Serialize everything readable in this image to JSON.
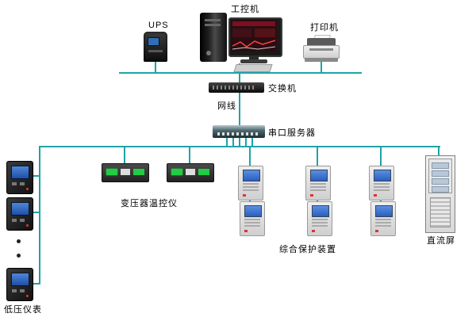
{
  "diagram": {
    "labels": {
      "industrial_pc": "工控机",
      "ups": "UPS",
      "printer": "打印机",
      "switch": "交换机",
      "network_cable": "网线",
      "serial_server": "串口服务器",
      "transformer_temp_controller": "变压器温控仪",
      "protection_device": "综合保护装置",
      "dc_panel": "直流屏",
      "lv_meter": "低压仪表"
    },
    "colors": {
      "connection_line": "#1fa3a8",
      "background": "#ffffff"
    }
  }
}
